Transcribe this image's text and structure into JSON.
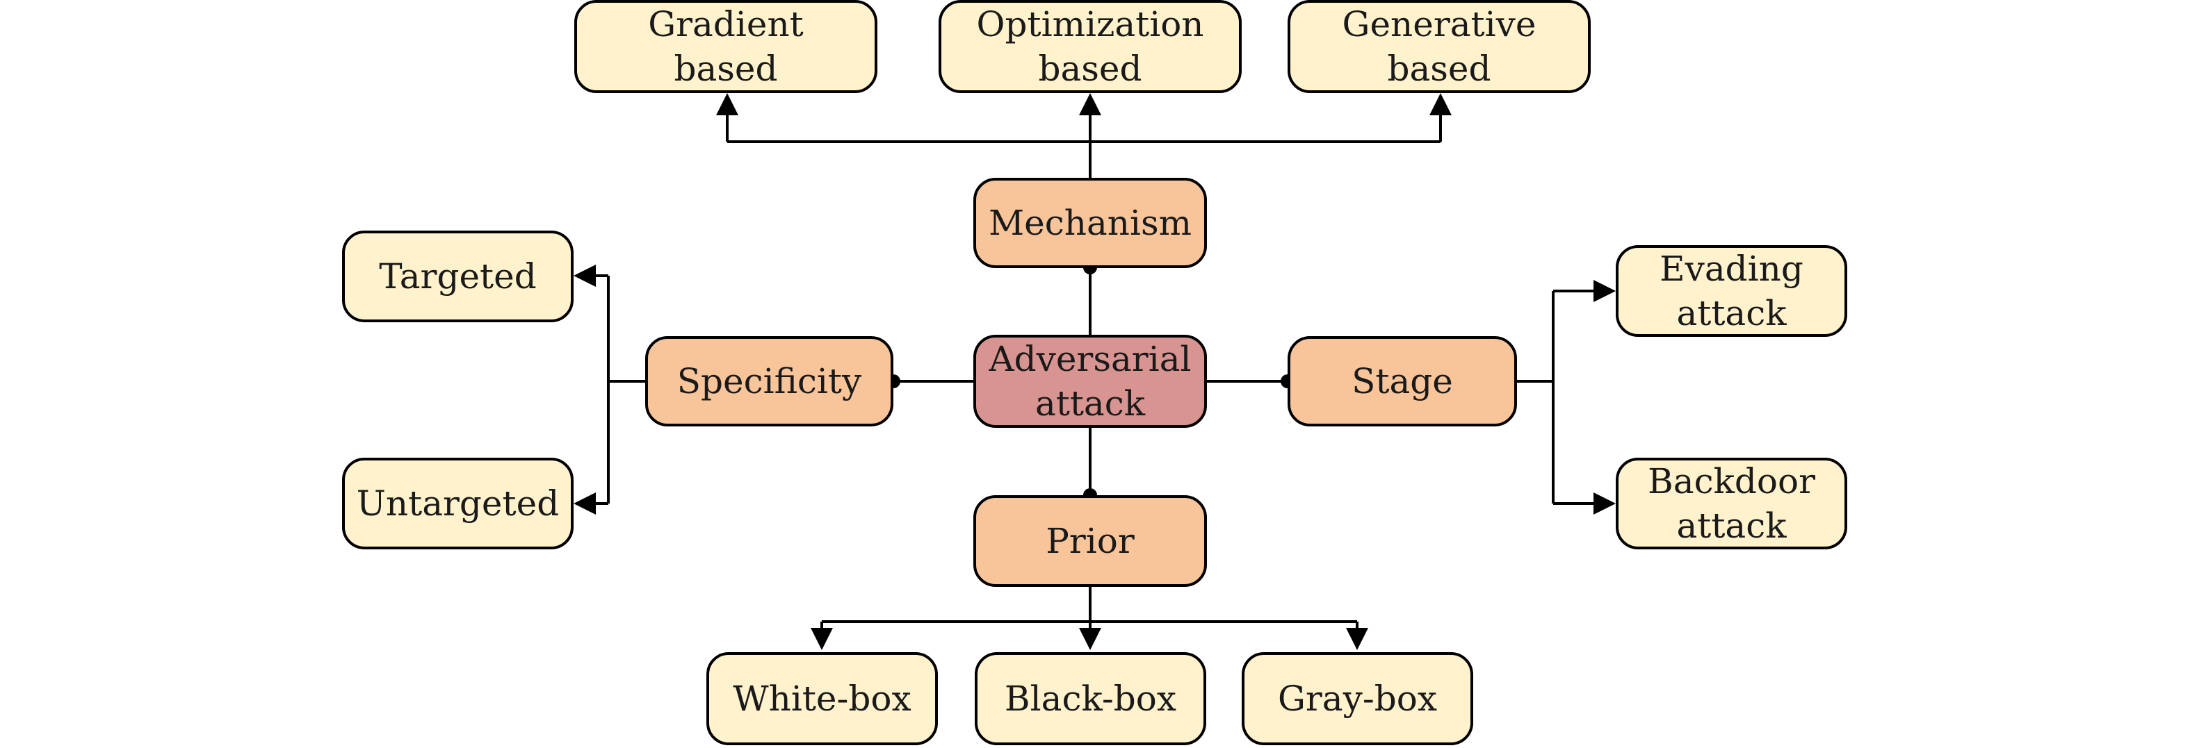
{
  "colors": {
    "leaf_fill": "#fff2cc",
    "category_fill": "#f8c59b",
    "root_fill": "#d89490",
    "stroke": "#000000"
  },
  "diagram": {
    "root": "Adversarial\nattack",
    "mechanism": {
      "label": "Mechanism",
      "children": [
        "Gradient\nbased",
        "Optimization\nbased",
        "Generative\nbased"
      ]
    },
    "specificity": {
      "label": "Specificity",
      "children": [
        "Targeted",
        "Untargeted"
      ]
    },
    "stage": {
      "label": "Stage",
      "children": [
        "Evading\nattack",
        "Backdoor\nattack"
      ]
    },
    "prior": {
      "label": "Prior",
      "children": [
        "White-box",
        "Black-box",
        "Gray-box"
      ]
    }
  }
}
